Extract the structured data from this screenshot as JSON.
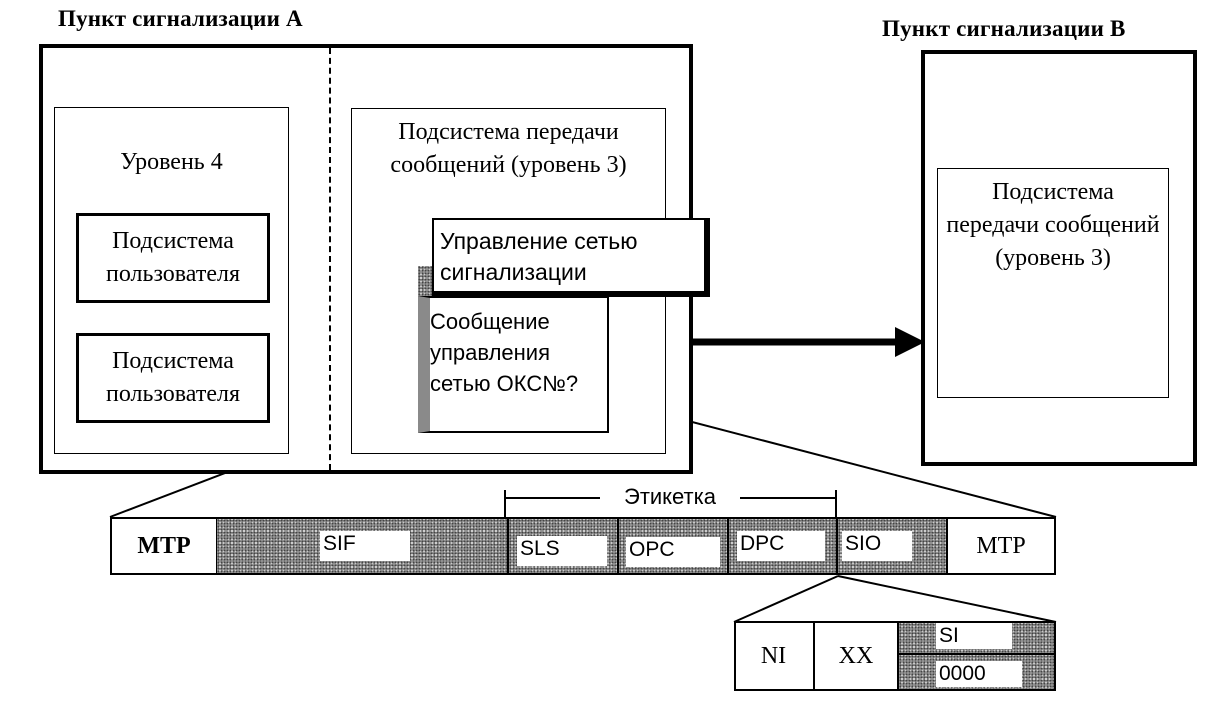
{
  "point_a": {
    "title": "Пункт сигнализации А",
    "level4_label": "Уровень 4",
    "user_subsystem_1": "Подсистема пользователя",
    "user_subsystem_2": "Подсистема пользователя",
    "mtp_label": "Подсистема передачи сообщений (уровень 3)",
    "network_mgmt_label": "Управление сетью сигнализации",
    "message_label": "Сообщение управления сетью ОКС№?"
  },
  "point_b": {
    "title": "Пункт сигнализации В",
    "mtp_label": "Подсистема передачи сообщений (уровень 3)"
  },
  "frame": {
    "label_bracket": "Этикетка",
    "fields": [
      "MTP",
      "SIF",
      "SLS",
      "OPC",
      "DPC",
      "SIO",
      "MTP"
    ]
  },
  "sio_detail": {
    "ni": "NI",
    "xx": "XX",
    "si": "SI",
    "si_value": "0000"
  }
}
